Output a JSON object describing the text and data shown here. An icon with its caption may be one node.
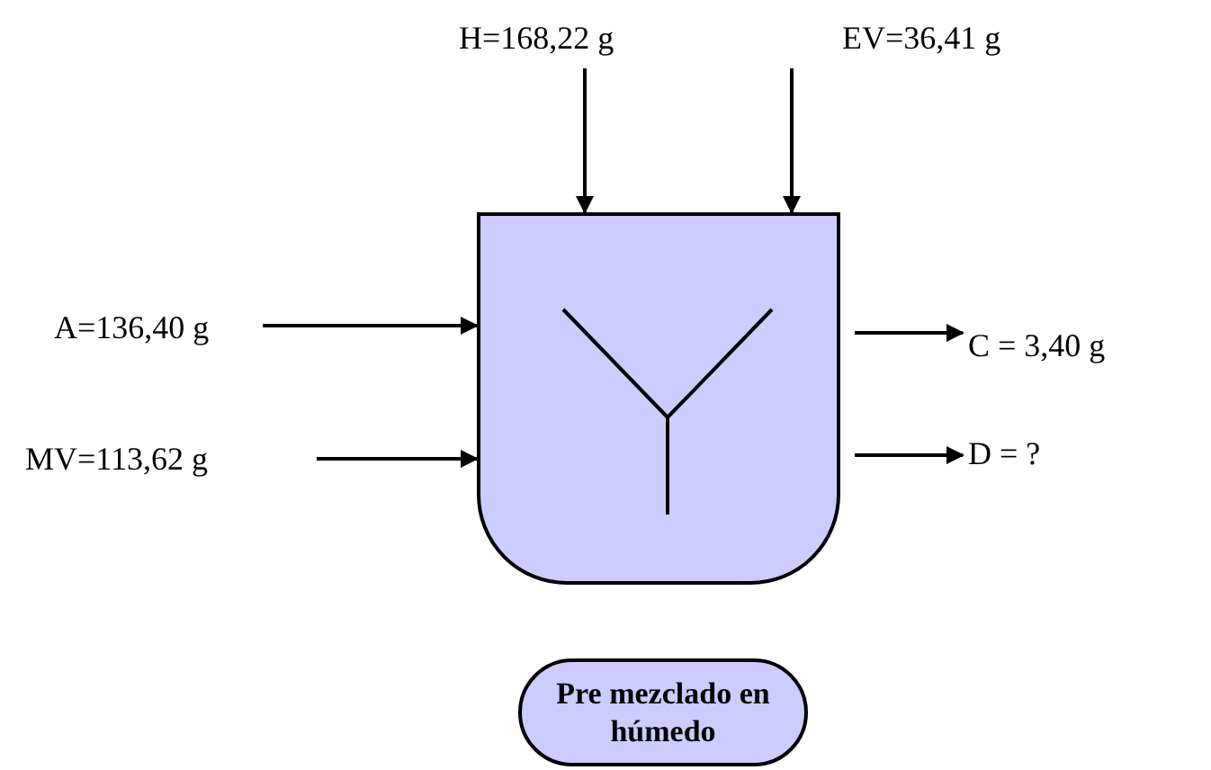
{
  "diagram": {
    "nodes": [
      {
        "text": [
          "H=168,22 g"
        ]
      },
      {
        "text": [
          "EV=36,41 g"
        ]
      },
      {
        "text": [],
        "shape": "box"
      },
      {
        "text": [
          "A=136,40 g"
        ]
      },
      {
        "text": [
          "C = 3,40 g"
        ]
      },
      {
        "text": [
          "MV=113,62 g"
        ]
      },
      {
        "text": [
          "D = ?"
        ]
      },
      {
        "text": [
          "Pre mezclado en húmedo"
        ]
      }
    ],
    "edges": [
      {
        "from": 0,
        "to": 2,
        "arrow": "to"
      },
      {
        "from": 1,
        "to": 2,
        "arrow": "to"
      },
      {
        "from": 3,
        "to": 2,
        "arrow": "to"
      },
      {
        "from": 5,
        "to": 2,
        "arrow": "to"
      },
      {
        "from": 2,
        "to": 4,
        "arrow": "to"
      },
      {
        "from": 2,
        "to": 6,
        "arrow": "to"
      }
    ]
  }
}
